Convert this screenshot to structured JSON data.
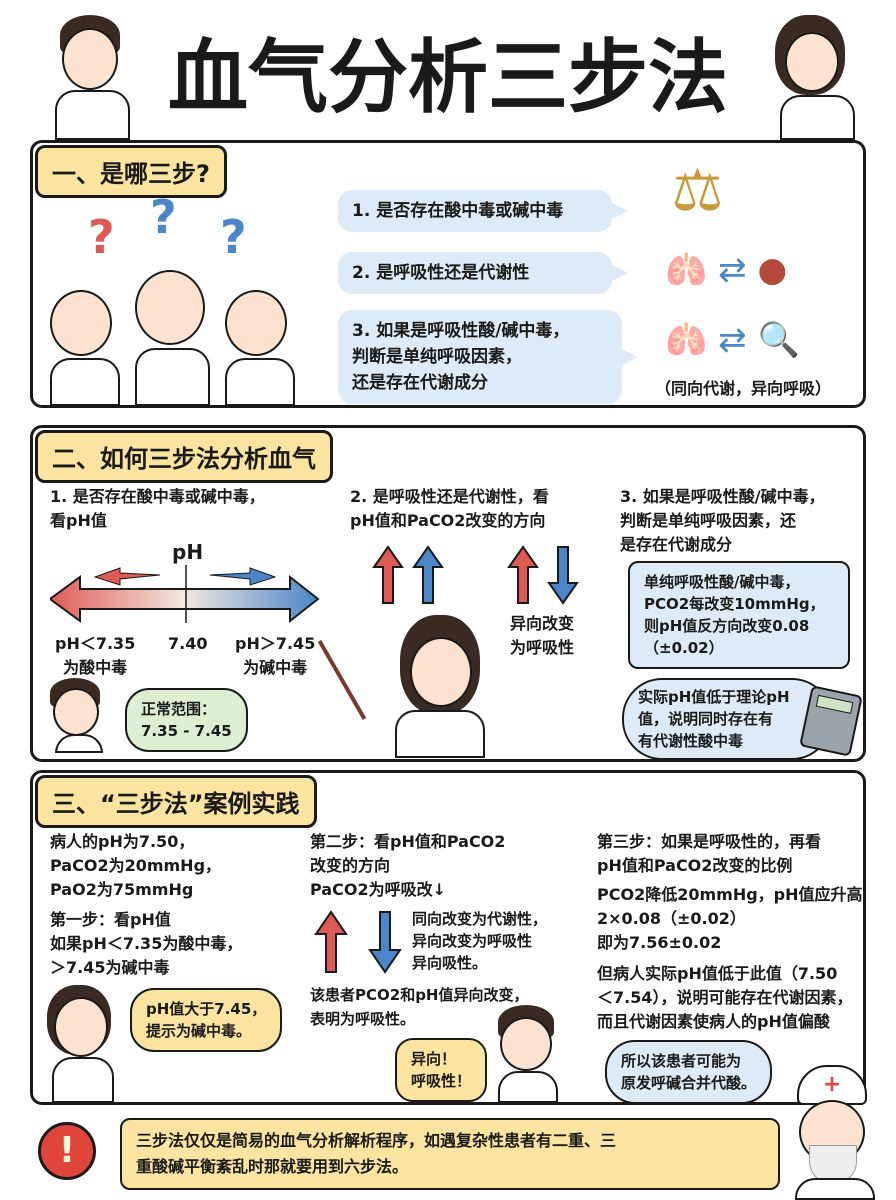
{
  "title": "血气分析三步法",
  "section1": {
    "header": "一、是哪三步?",
    "steps": [
      "1. 是否存在酸中毒或碱中毒",
      "2. 是呼吸性还是代谢性",
      "3. 如果是呼吸性酸/碱中毒，\n判断是单纯呼吸因素，\n还是存在代谢成分"
    ],
    "note": "（同向代谢，异向呼吸）"
  },
  "section2": {
    "header": "二、如何三步法分析血气",
    "col1": {
      "text": "1. 是否存在酸中毒或碱中毒，\n   看pH值",
      "ph_label": "pH",
      "low": "pH＜7.35\n为酸中毒",
      "mid": "7.40",
      "high": "pH＞7.45\n为碱中毒",
      "bubble": "正常范围：\n7.35 - 7.45"
    },
    "col2": {
      "text": "2. 是呼吸性还是代谢性，看\n   pH值和PaCO2改变的方向",
      "note": "异向改变\n为呼吸性"
    },
    "col3": {
      "text": "3. 如果是呼吸性酸/碱中毒，\n   判断是单纯呼吸因素，还\n   是存在代谢成分",
      "box": "单纯呼吸性酸/碱中毒，\nPCO2每改变10mmHg，\n则pH值反方向改变0.08\n（±0.02）",
      "bubble": "实际pH值低于理论pH\n值，说明同时存在有\n有代谢性酸中毒"
    }
  },
  "section3": {
    "header": "三、“三步法”案例实践",
    "col1": {
      "case": "病人的pH为7.50，\nPaCO2为20mmHg，\nPaO2为75mmHg",
      "step": "第一步：看pH值\n如果pH＜7.35为酸中毒，\n＞7.45为碱中毒",
      "bubble": "pH值大于7.45，\n提示为碱中毒。"
    },
    "col2": {
      "step": "第二步：看pH值和PaCO2\n改变的方向\nPaCO2为呼吸改↓",
      "arrow_note": "同向改变为代谢性，\n异向改变为呼吸性\n异向吸性。",
      "conclusion": "该患者PCO2和pH值异向改变，\n表明为呼吸性。",
      "bubble": "异向！\n呼吸性！"
    },
    "col3": {
      "step": "第三步：如果是呼吸性的，再看\npH值和PaCO2改变的比例",
      "calc": "PCO2降低20mmHg，pH值应升高\n2×0.08（±0.02）\n即为7.56±0.02",
      "analysis": "但病人实际pH值低于此值（7.50\n＜7.54），说明可能存在代谢因素，\n而且代谢因素使病人的pH值偏酸",
      "bubble": "所以该患者可能为\n原发呼碱合并代酸。"
    }
  },
  "footer": {
    "icon": "warning-icon",
    "text": "三步法仅仅是简易的血气分析解析程序，如遇复杂性患者有二重、三\n重酸碱平衡紊乱时那就要用到六步法。"
  },
  "colors": {
    "yellow": "#fbe3a0",
    "blue_bubble": "#dcebf7",
    "red": "#e05a55",
    "blue": "#4a86c8",
    "green_bubble": "#dcefd2"
  }
}
